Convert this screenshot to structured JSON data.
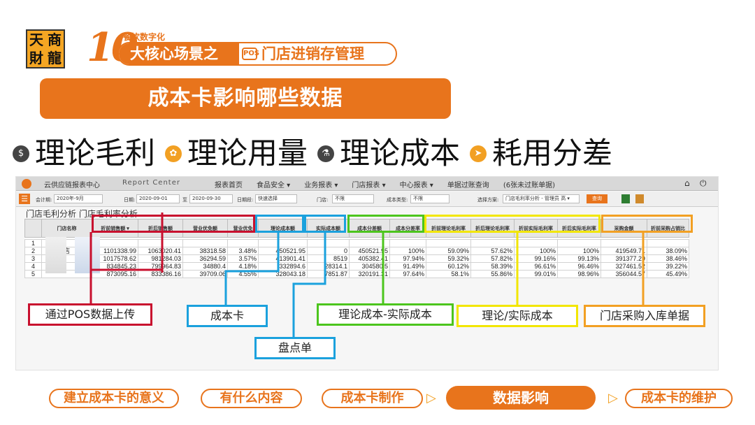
{
  "header": {
    "logo_chars": [
      "天",
      "商",
      "財",
      "龍"
    ],
    "big_number": "10",
    "small_title": "餐饮数字化",
    "pill_left": "大核心场景之",
    "pill_icon": "POS",
    "pill_right": "门店进销存管理",
    "accent_color": "#e8741c"
  },
  "banner": {
    "title": "成本卡影响哪些数据"
  },
  "bullets": [
    {
      "icon": "money-bag-icon",
      "glyph": "$",
      "text": "理论毛利"
    },
    {
      "icon": "puzzle-icon",
      "glyph": "✿",
      "text": "理论用量"
    },
    {
      "icon": "flask-icon",
      "glyph": "⚗",
      "text": "理论成本"
    },
    {
      "icon": "send-icon",
      "glyph": "➤",
      "text": "耗用分差"
    }
  ],
  "app": {
    "title": "云供应链报表中心",
    "subtitle": "Report Center",
    "menu": [
      "报表首页",
      "食品安全 ▾",
      "业务报表 ▾",
      "门店报表 ▾",
      "中心报表 ▾",
      "单据过账查询"
    ],
    "warning": "(6张未过账单据)",
    "filters": {
      "month_label": "会计期:",
      "month_value": "2020年-9月",
      "date_label": "日期:",
      "date_from": "2020-09-01",
      "date_sep": "至",
      "date_to": "2020-09-30",
      "period_label": "日期段:",
      "period_value": "快速选择",
      "store_label": "门店:",
      "store_value": "不限",
      "cost_type_label": "成本类型:",
      "cost_type_value": "不限",
      "report_label": "选择方案:",
      "report_value": "门店毛利率分析 - 管理员 高 ▾",
      "query_button": "查询"
    },
    "table_title": "门店毛利分析 门店毛利率分析",
    "columns": [
      "门店名称",
      "折前销售额 ▾",
      "折后销售额",
      "营业优免额",
      "营业优免",
      "理论成本额",
      "实际成本额",
      "成本分差额",
      "成本分差率",
      "折前理论毛利率",
      "折后理论毛利率",
      "折前实际毛利率",
      "折后实际毛利率",
      "采购金额",
      "折前采购占销比"
    ],
    "rows": [
      [
        "",
        "",
        "",
        "",
        "",
        "",
        "",
        "",
        "",
        "",
        "",
        "",
        "",
        "",
        ""
      ],
      [
        "店",
        "1101338.99",
        "1063020.41",
        "38318.58",
        "3.48%",
        "450521.95",
        "0",
        "450521.95",
        "100%",
        "59.09%",
        "57.62%",
        "100%",
        "100%",
        "419549.71",
        "38.09%"
      ],
      [
        "",
        "1017578.62",
        "981284.03",
        "36294.59",
        "3.57%",
        "413901.41",
        "8519",
        "405382.41",
        "97.94%",
        "59.32%",
        "57.82%",
        "99.16%",
        "99.13%",
        "391377.29",
        "38.46%"
      ],
      [
        "",
        "834845.23",
        "799964.83",
        "34880.4",
        "4.18%",
        "332894.6",
        "28314.1",
        "304580.5",
        "91.49%",
        "60.12%",
        "58.39%",
        "96.61%",
        "96.46%",
        "327461.52",
        "39.22%"
      ],
      [
        "",
        "873095.16",
        "833386.16",
        "39709.06",
        "4.55%",
        "328043.18",
        "7851.87",
        "320191.31",
        "97.64%",
        "58.1%",
        "55.86%",
        "99.01%",
        "98.96%",
        "356044.57",
        "45.49%"
      ]
    ],
    "row_numbers": [
      "1",
      "2",
      "3",
      "4",
      "5"
    ]
  },
  "callouts": {
    "red": "通过POS数据上传",
    "blue": "成本卡",
    "blue2": "盘点单",
    "green": "理论成本-实际成本",
    "yellow": "理论/实际成本",
    "orange": "门店采购入库单据"
  },
  "colors": {
    "red": "#c8102e",
    "blue": "#1ba1dd",
    "green": "#4cc51d",
    "yellow": "#f2e600",
    "orange": "#f2a023"
  },
  "bottom_nav": {
    "items": [
      "建立成本卡的意义",
      "有什么内容",
      "成本卡制作",
      "数据影响",
      "成本卡的维护"
    ],
    "active_index": 3
  }
}
